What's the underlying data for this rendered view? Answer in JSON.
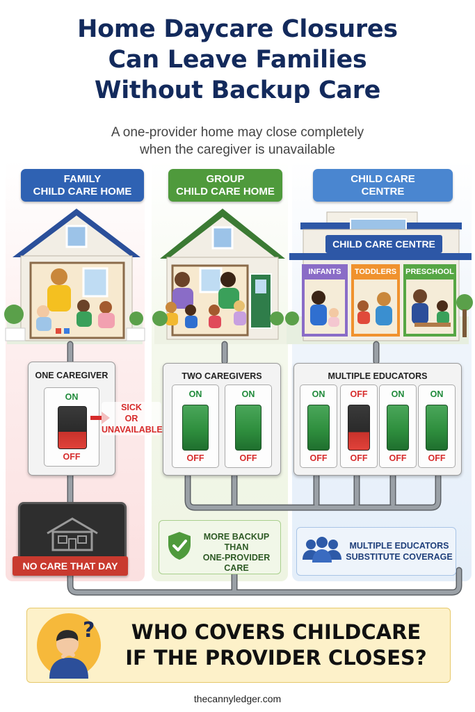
{
  "title": {
    "line1": "Home Daycare Closures",
    "line2": "Can Leave Families",
    "line3": "Without Backup Care"
  },
  "subtitle": {
    "line1": "A one-provider home may close completely",
    "line2": "when the caregiver is unavailable"
  },
  "columns": [
    {
      "header_line1": "FAMILY",
      "header_line2": "CHILD CARE HOME",
      "panel_label": "ONE CAREGIVER",
      "switches": [
        {
          "state": "OFF",
          "on_label": "ON",
          "off_label": "OFF"
        }
      ],
      "callout_line1": "SICK",
      "callout_line2": "OR",
      "callout_line3": "UNAVAILABLE",
      "outcome": "NO CARE THAT DAY"
    },
    {
      "header_line1": "GROUP",
      "header_line2": "CHILD CARE HOME",
      "panel_label": "TWO CAREGIVERS",
      "switches": [
        {
          "state": "ON",
          "on_label": "ON",
          "off_label": "OFF"
        },
        {
          "state": "ON",
          "on_label": "ON",
          "off_label": "OFF"
        }
      ],
      "outcome_line1": "MORE BACKUP",
      "outcome_line2": "THAN",
      "outcome_line3": "ONE-PROVIDER CARE"
    },
    {
      "header_line1": "CHILD CARE",
      "header_line2": "CENTRE",
      "building_sign": "CHILD CARE CENTRE",
      "rooms": [
        "INFANTS",
        "TODDLERS",
        "PRESCHOOL"
      ],
      "panel_label": "MULTIPLE EDUCATORS",
      "switches": [
        {
          "state": "ON",
          "top_label": "ON",
          "off_label": "OFF"
        },
        {
          "state": "OFF",
          "top_label": "OFF",
          "off_label": "OFF"
        },
        {
          "state": "ON",
          "top_label": "ON",
          "off_label": "OFF"
        },
        {
          "state": "ON",
          "top_label": "ON",
          "off_label": "OFF"
        }
      ],
      "outcome_line1": "MULTIPLE EDUCATORS",
      "outcome_line2": "SUBSTITUTE COVERAGE"
    }
  ],
  "question": {
    "line1": "WHO COVERS CHILDCARE",
    "line2": "IF THE PROVIDER CLOSES?"
  },
  "footer": "thecannyledger.com",
  "colors": {
    "title": "#132a5c",
    "family_blue": "#2f62b3",
    "group_green": "#4f9a3c",
    "centre_blue": "#4a86d0",
    "on_green": "#2f8f3e",
    "off_red": "#d62b2b",
    "banner_yellow": "#fdf1c9"
  },
  "icons": [
    "house-icon",
    "shield-check-icon",
    "people-group-icon",
    "thinking-person-icon",
    "arrow-right-icon"
  ]
}
